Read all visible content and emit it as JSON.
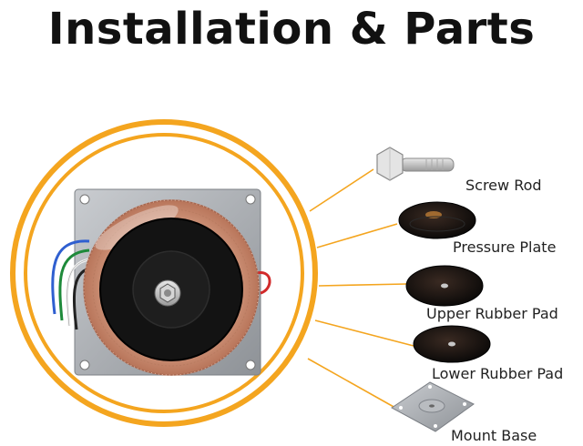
{
  "title": "Installation & Parts",
  "colors": {
    "ring": "#F4A51F",
    "leader": "#F4A51F",
    "winding": "#C9866A",
    "core": "#111111",
    "plate": "#A9ACB0"
  },
  "parts": [
    {
      "label": "Screw Rod",
      "icon": "screw-rod-icon"
    },
    {
      "label": "Pressure Plate",
      "icon": "pressure-plate-icon"
    },
    {
      "label": "Upper Rubber Pad",
      "icon": "upper-rubber-pad-icon"
    },
    {
      "label": "Lower Rubber Pad",
      "icon": "lower-rubber-pad-icon"
    },
    {
      "label": "Mount Base",
      "icon": "mount-base-icon"
    }
  ]
}
